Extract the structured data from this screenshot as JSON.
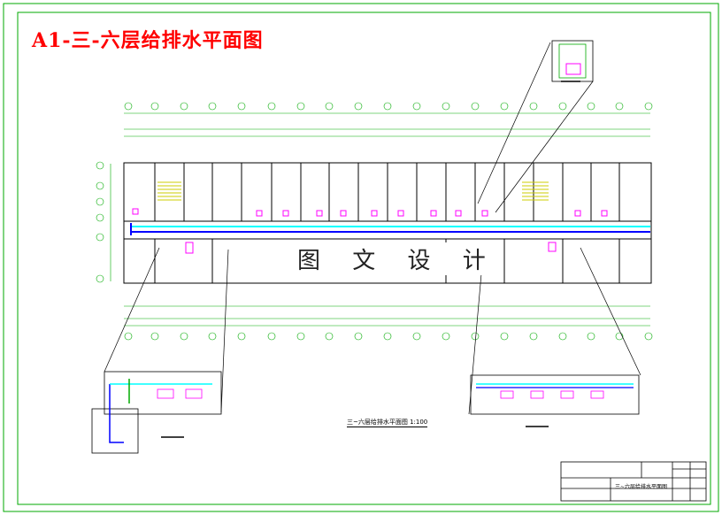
{
  "drawing": {
    "title": "A1-三-六层给排水平面图",
    "watermark": "图 文 设 计",
    "caption": "三~六层给排水平面图  1:100",
    "titleblock_name": "三~六层给排水平面图"
  },
  "colors": {
    "frame": "#00aa00",
    "title": "#ff0000",
    "wall": "#000000",
    "grid": "#00aa00",
    "water_supply": "#00ffff",
    "drain": "#0000ff",
    "fixture": "#ff00ff",
    "stairs": "#ffff00"
  }
}
